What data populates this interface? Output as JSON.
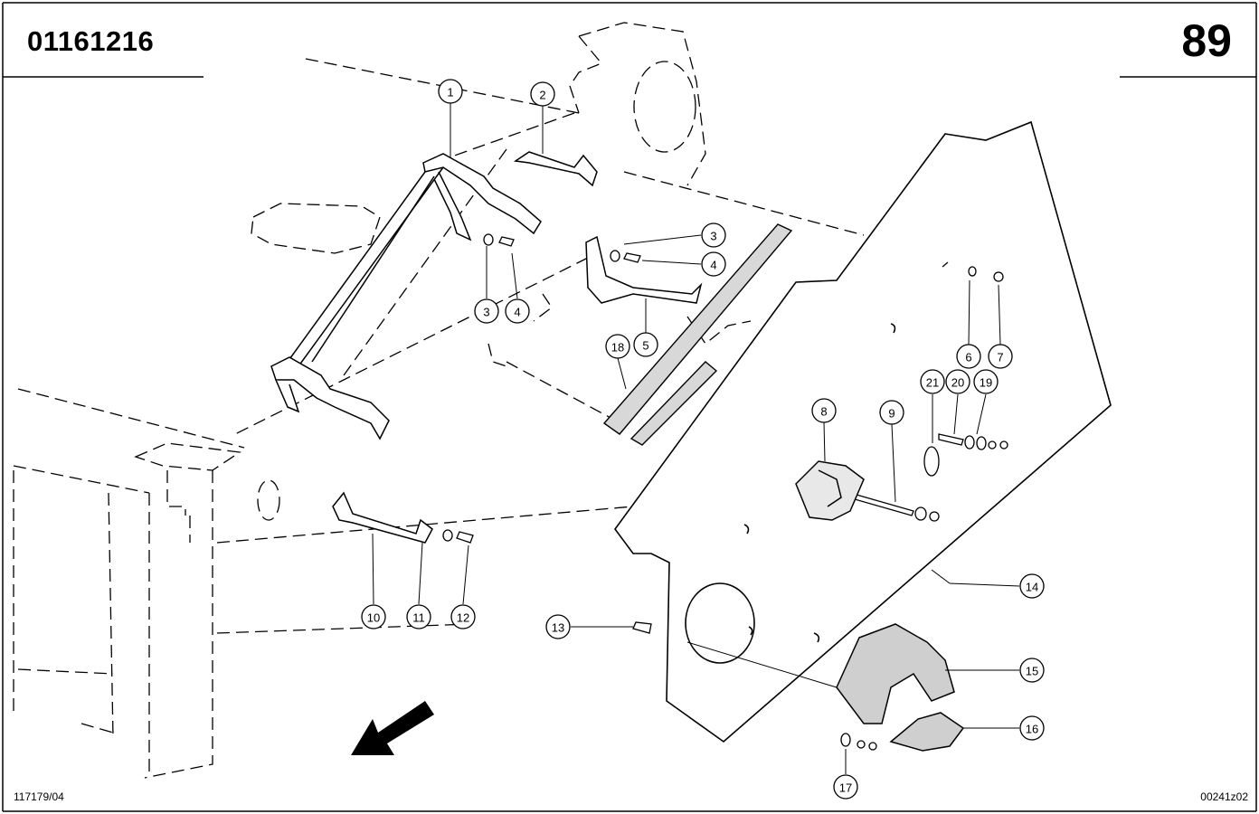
{
  "header": {
    "part_number": "01161216",
    "page_number": "89"
  },
  "footer": {
    "left_ref": "117179/04",
    "right_ref": "00241z02"
  },
  "callouts": [
    {
      "id": "c1",
      "label": "1"
    },
    {
      "id": "c2",
      "label": "2"
    },
    {
      "id": "c3a",
      "label": "3"
    },
    {
      "id": "c4a",
      "label": "4"
    },
    {
      "id": "c3b",
      "label": "3"
    },
    {
      "id": "c4b",
      "label": "4"
    },
    {
      "id": "c5",
      "label": "5"
    },
    {
      "id": "c18",
      "label": "18"
    },
    {
      "id": "c6",
      "label": "6"
    },
    {
      "id": "c7",
      "label": "7"
    },
    {
      "id": "c21",
      "label": "21"
    },
    {
      "id": "c20",
      "label": "20"
    },
    {
      "id": "c19",
      "label": "19"
    },
    {
      "id": "c8",
      "label": "8"
    },
    {
      "id": "c9",
      "label": "9"
    },
    {
      "id": "c10",
      "label": "10"
    },
    {
      "id": "c11",
      "label": "11"
    },
    {
      "id": "c12",
      "label": "12"
    },
    {
      "id": "c13",
      "label": "13"
    },
    {
      "id": "c14",
      "label": "14"
    },
    {
      "id": "c15",
      "label": "15"
    },
    {
      "id": "c16",
      "label": "16"
    },
    {
      "id": "c17",
      "label": "17"
    }
  ]
}
